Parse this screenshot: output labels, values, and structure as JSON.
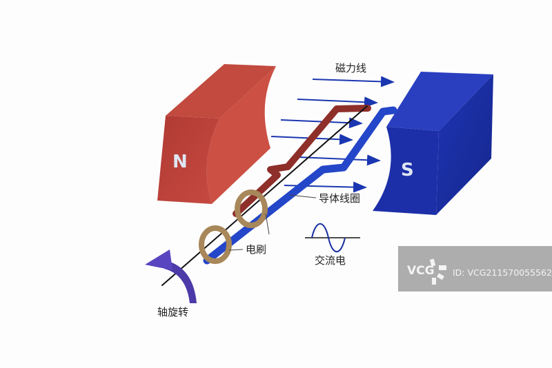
{
  "labels": {
    "north_pole": "N",
    "south_pole": "S",
    "field_lines": "磁力线",
    "coil": "导体线圈",
    "brushes": "电刷",
    "alternating_current": "交流电",
    "shaft_rotation": "轴旋转"
  },
  "watermark": {
    "logo": "VCG",
    "id_text": "ID: VCG211570055562"
  },
  "colors": {
    "north_magnet": "#c0453a",
    "south_magnet": "#1a2fa0",
    "field_arrow": "#1a36b0",
    "coil_red": "#8e2f2a",
    "coil_blue": "#2446c8",
    "brush_ring": "#a8875a",
    "rotation_arrow": "#4b3aa8"
  },
  "icons": {
    "rotation": "curved-arrow-icon",
    "ac": "sine-wave-icon"
  }
}
